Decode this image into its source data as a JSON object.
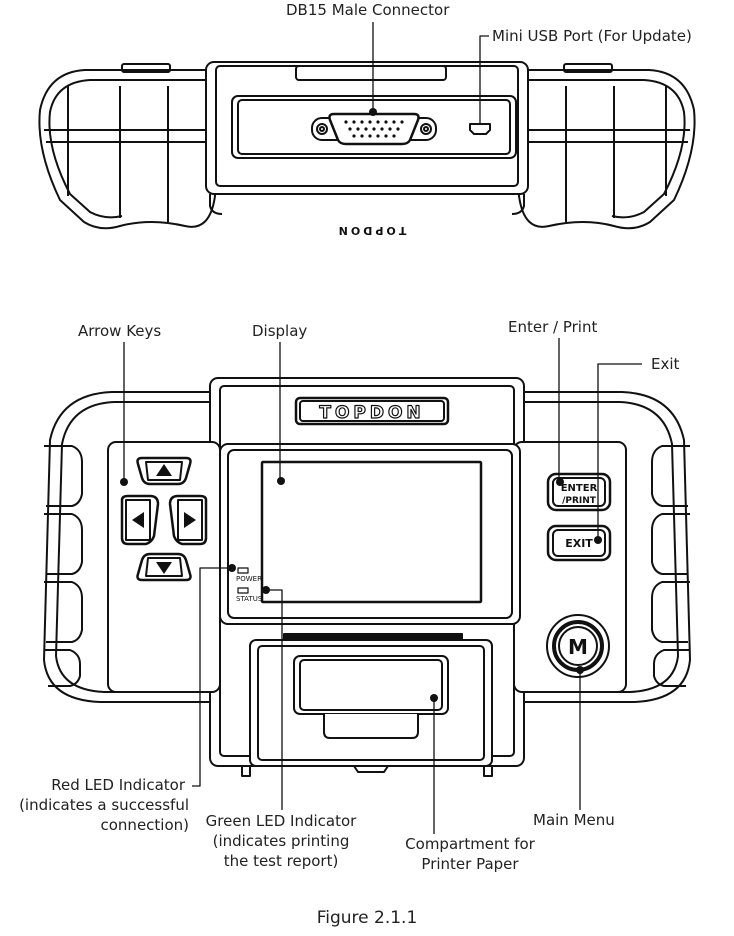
{
  "brand": "TOPDON",
  "brand_top_mirrored": "TOPDON",
  "figure_caption": "Figure 2.1.1",
  "keys": {
    "enter_line1": "ENTER",
    "enter_line2": "/PRINT",
    "exit": "EXIT",
    "main_menu": "M"
  },
  "leds": {
    "power": "POWER",
    "status": "STATUS"
  },
  "callouts": {
    "db15": "DB15 Male Connector",
    "mini_usb": "Mini USB Port (For Update)",
    "arrow_keys": "Arrow Keys",
    "display": "Display",
    "enter_print": "Enter / Print",
    "exit": "Exit",
    "red_led_1": "Red LED Indicator",
    "red_led_2": "(indicates a successful",
    "red_led_3": "connection)",
    "green_led_1": "Green LED Indicator",
    "green_led_2": "(indicates printing",
    "green_led_3": "the test report)",
    "compartment_1": "Compartment for",
    "compartment_2": "Printer Paper",
    "main_menu": "Main Menu"
  }
}
